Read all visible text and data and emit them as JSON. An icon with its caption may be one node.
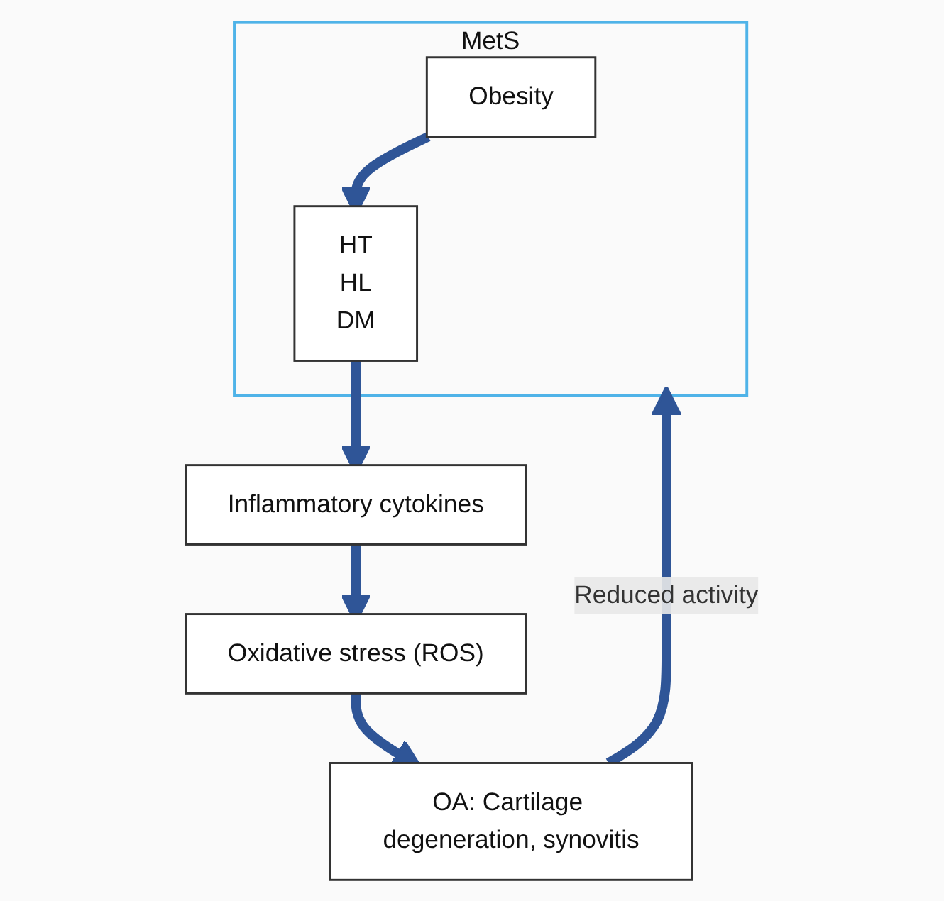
{
  "diagram": {
    "nodes": [
      {
        "text": [
          "MetS"
        ]
      },
      {
        "text": [
          "Obesity"
        ],
        "in": 0
      },
      {
        "text": [
          "HT",
          "HL",
          "DM"
        ],
        "in": 0
      },
      {
        "text": [
          "Inflammatory cytokines"
        ]
      },
      {
        "text": [
          "Oxidative stress (ROS)"
        ]
      },
      {
        "text": [
          "OA: Cartilage degeneration, synovitis"
        ]
      }
    ],
    "edges": [
      {
        "from": 1,
        "to": 2,
        "arrow": "to"
      },
      {
        "from": 2,
        "to": 3,
        "arrow": "to"
      },
      {
        "from": 3,
        "to": 4,
        "arrow": "to"
      },
      {
        "from": 4,
        "to": 5,
        "arrow": "to"
      },
      {
        "from": 5,
        "to": 0,
        "arrow": "to",
        "label": "Reduced activity"
      }
    ]
  }
}
